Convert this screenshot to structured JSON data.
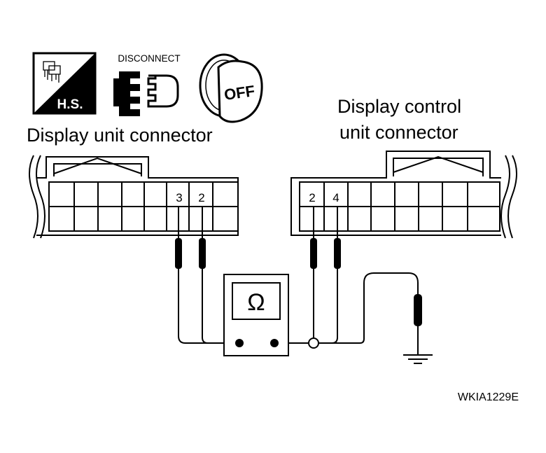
{
  "icons": {
    "hs_label": "H.S.",
    "disconnect_label": "DISCONNECT",
    "ignition_label": "OFF"
  },
  "display_unit": {
    "title": "Display unit connector",
    "pins": [
      "3",
      "2"
    ]
  },
  "display_control_unit": {
    "title_line1": "Display control",
    "title_line2": "unit connector",
    "pins": [
      "2",
      "4"
    ]
  },
  "meter": {
    "symbol": "Ω"
  },
  "figure_code": "WKIA1229E"
}
